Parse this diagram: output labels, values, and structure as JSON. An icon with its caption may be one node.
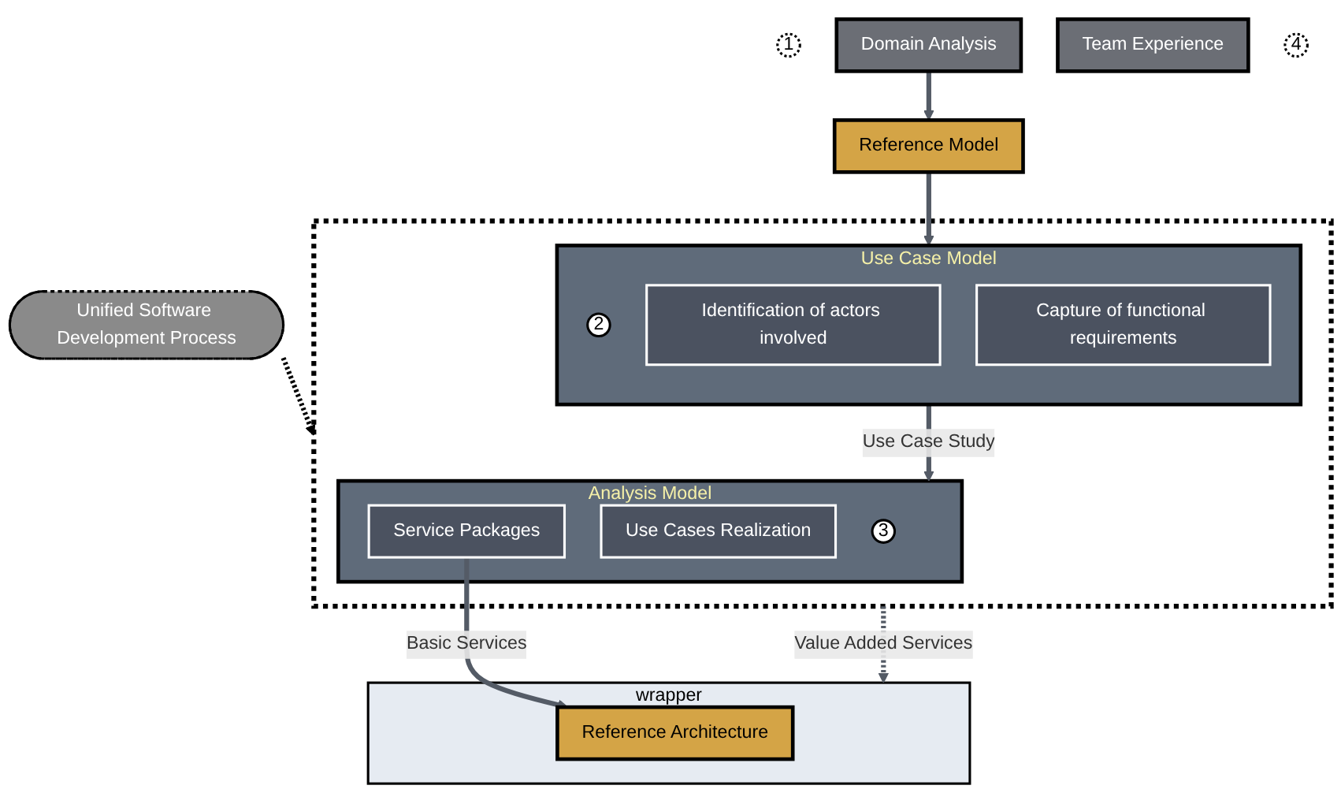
{
  "diagram": {
    "nodes": [
      {
        "text": [
          "1"
        ]
      },
      {
        "text": [
          "Reference Model"
        ]
      },
      {
        "text": [
          "Domain Analysis"
        ]
      },
      {
        "text": [
          "Team Experience"
        ]
      },
      {
        "text": [],
        "shape": "box"
      },
      {
        "text": [
          "Use Case Model"
        ],
        "in": 4
      },
      {
        "text": [
          "2"
        ],
        "in": 5
      },
      {
        "text": [
          "Identification of actors involved"
        ],
        "in": 5
      },
      {
        "text": [
          "Capture of functional requirements"
        ],
        "in": 5
      },
      {
        "text": [
          "Analysis Model"
        ],
        "in": 4
      },
      {
        "text": [
          "3"
        ],
        "in": 9
      },
      {
        "text": [
          "Use Cases Realization"
        ],
        "in": 9
      },
      {
        "text": [
          "Service Packages"
        ],
        "in": 9
      },
      {
        "text": [
          "Unified Software Development Process"
        ]
      },
      {
        "text": [
          "4"
        ]
      },
      {
        "text": [
          "wrapper"
        ]
      },
      {
        "text": [
          "Reference Architecture"
        ],
        "in": 15
      }
    ],
    "edges": [
      {
        "from": 2,
        "to": 1,
        "arrow": "to"
      },
      {
        "from": 1,
        "to": 5,
        "arrow": "to"
      },
      {
        "from": 13,
        "to": 4,
        "arrow": "to",
        "style": "dashed",
        "color": "#000000"
      },
      {
        "from": 5,
        "to": 9,
        "arrow": "to",
        "label": "Use Case Study"
      },
      {
        "from": 12,
        "to": 16,
        "arrow": "to",
        "label": "Basic Services"
      },
      {
        "from": 4,
        "to": 15,
        "arrow": "to",
        "label": "Value Added Services",
        "style": "dashed"
      }
    ]
  }
}
